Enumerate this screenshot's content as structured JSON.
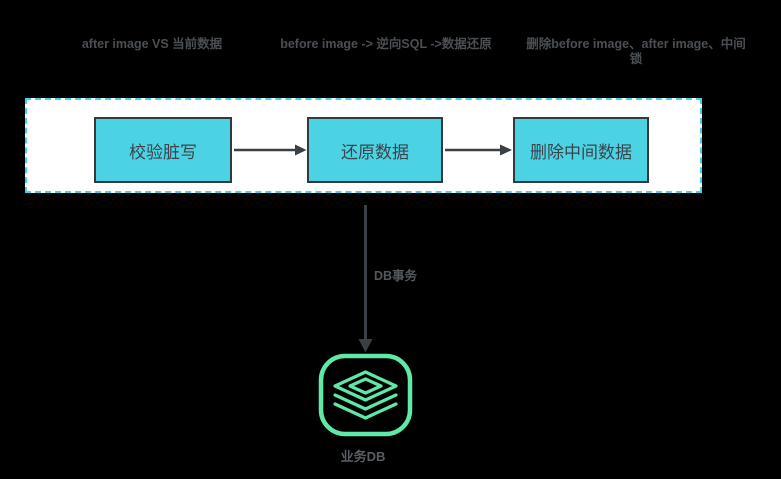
{
  "annotations": {
    "step1": "after image VS 当前数据",
    "step2": "before image -> 逆向SQL ->数据还原",
    "step3": {
      "line1": "删除before image、after image、中间",
      "line2": "锁"
    }
  },
  "flow": {
    "boxes": [
      {
        "label": "校验脏写"
      },
      {
        "label": "还原数据"
      },
      {
        "label": "删除中间数据"
      }
    ]
  },
  "db": {
    "edge_label": "DB事务",
    "label": "业务DB",
    "icon": "database-stack-icon"
  },
  "colors": {
    "background": "#000000",
    "panel_background": "#ffffff",
    "panel_dashed_border": "#45d2e8",
    "box_fill": "#4bd3e4",
    "box_border": "#33393e",
    "box_text": "#3d434b",
    "annotation_text": "#4b4f53",
    "arrow": "#3a4045",
    "db_accent_green": "#5fe9a6",
    "db_label_text": "#5a5e62"
  }
}
